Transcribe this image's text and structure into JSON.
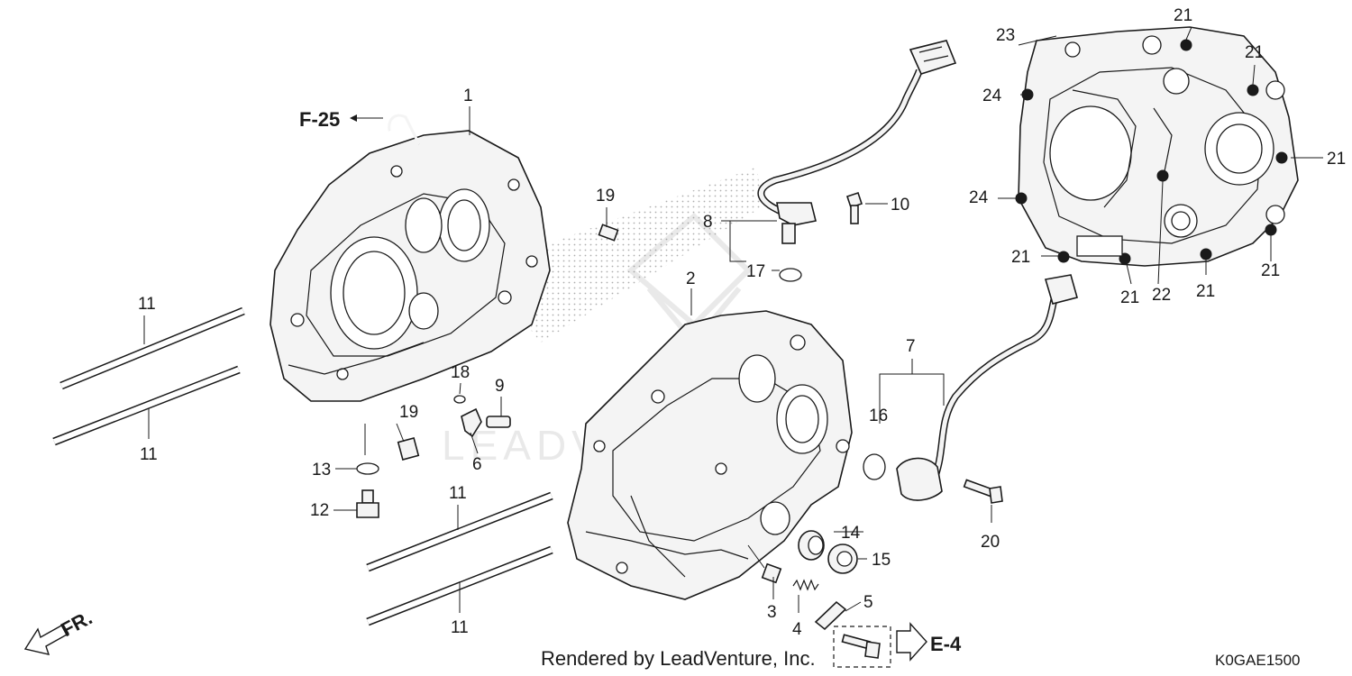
{
  "diagram": {
    "references": {
      "f25": "F-25",
      "e4": "E-4",
      "fr": "FR."
    },
    "callouts": {
      "c1": "1",
      "c2": "2",
      "c3": "3",
      "c4": "4",
      "c5": "5",
      "c6": "6",
      "c7": "7",
      "c8": "8",
      "c9": "9",
      "c10": "10",
      "c11a": "11",
      "c11b": "11",
      "c11c": "11",
      "c11d": "11",
      "c12": "12",
      "c13": "13",
      "c14": "14",
      "c15": "15",
      "c16": "16",
      "c17": "17",
      "c18": "18",
      "c19a": "19",
      "c19b": "19",
      "c20": "20",
      "c21a": "21",
      "c21b": "21",
      "c21c": "21",
      "c21d": "21",
      "c21e": "21",
      "c21f": "21",
      "c21g": "21",
      "c22": "22",
      "c23": "23",
      "c24a": "24",
      "c24b": "24"
    },
    "footer_text": "Rendered by LeadVenture, Inc.",
    "diagram_code": "K0GAE1500"
  }
}
